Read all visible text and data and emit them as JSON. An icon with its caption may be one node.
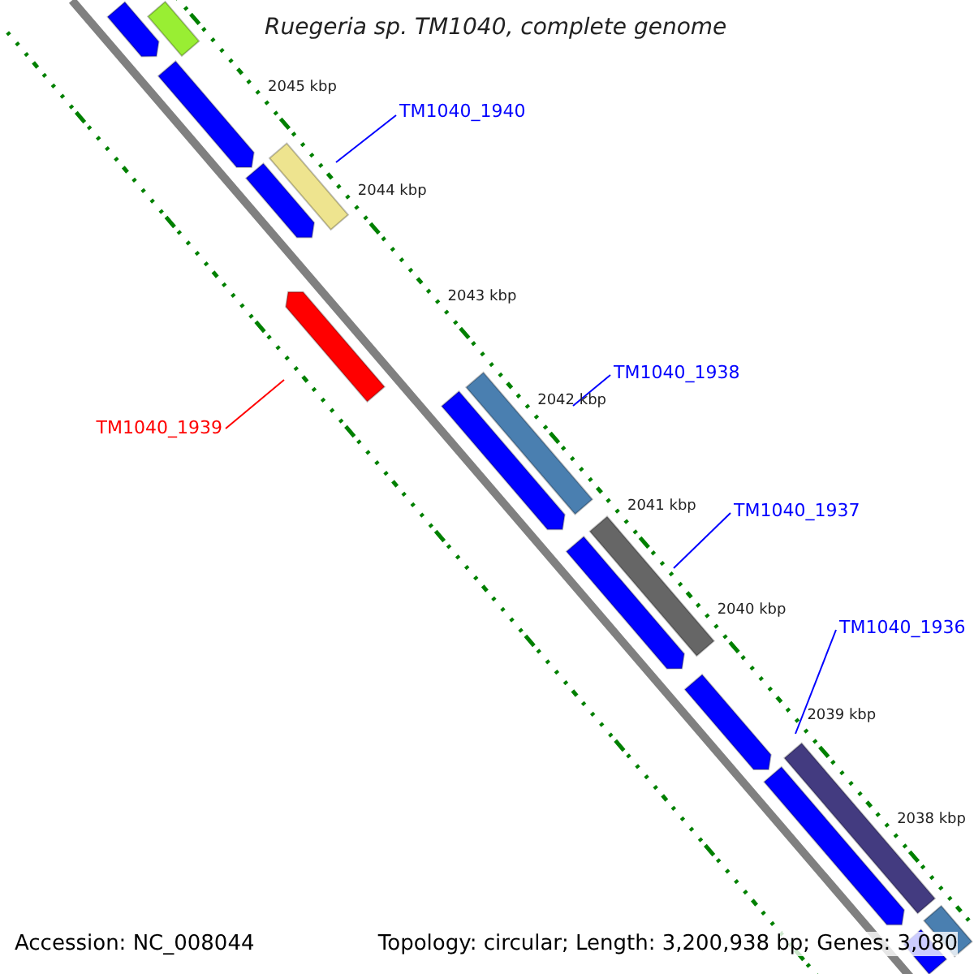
{
  "diagram": {
    "title": "Ruegeria sp. TM1040, complete genome",
    "nodes": [
      {
        "text": [
          "TM1040_1940"
        ]
      },
      {
        "text": [],
        "shape": "bar"
      },
      {
        "text": [
          "TM1040_1939"
        ]
      },
      {
        "text": [],
        "shape": "bar"
      },
      {
        "text": [
          "TM1040_1938"
        ]
      },
      {
        "text": [],
        "shape": "bar"
      },
      {
        "text": [
          "TM1040_1937"
        ]
      },
      {
        "text": [],
        "shape": "bar"
      },
      {
        "text": [
          "TM1040_1936"
        ]
      },
      {
        "text": [],
        "shape": "bar"
      },
      {
        "text": [],
        "shape": "bar"
      },
      {
        "text": [],
        "shape": "bar"
      },
      {
        "text": [],
        "shape": "bar"
      },
      {
        "text": [],
        "shape": "bar"
      },
      {
        "text": [],
        "shape": "bar"
      },
      {
        "text": [],
        "shape": "bar"
      },
      {
        "text": [],
        "shape": "bar"
      },
      {
        "text": [],
        "shape": "bar"
      },
      {
        "text": [],
        "shape": "bar"
      },
      {
        "text": [],
        "shape": "bar"
      }
    ],
    "edges": [
      {
        "from": 0,
        "to": 1,
        "arrow": "none"
      },
      {
        "from": 2,
        "to": 3,
        "arrow": "none",
        "color": "#ff0000"
      },
      {
        "from": 4,
        "to": 5,
        "arrow": "none"
      },
      {
        "from": 6,
        "to": 7,
        "arrow": "none"
      },
      {
        "from": 8,
        "to": 9,
        "arrow": "none"
      }
    ],
    "labels": [
      "2045 kbp",
      "2044 kbp",
      "2043 kbp",
      "2042 kbp",
      "2041 kbp",
      "2040 kbp",
      "2039 kbp",
      "2038 kbp",
      "Accession: NC_008044",
      "Topology: circular; Length: 3,200,938 bp; Genes: 3,080"
    ]
  }
}
